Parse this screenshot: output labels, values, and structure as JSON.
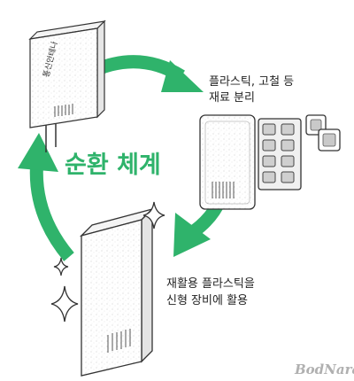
{
  "colors": {
    "accent": "#2fb36b",
    "stroke": "#333333",
    "device_fill": "#ffffff",
    "grey_block": "#c9c9c9"
  },
  "device_label": "통신안테나",
  "center_title": "순환 체계",
  "step1": {
    "line1": "플라스틱, 고철 등",
    "line2": "재료 분리"
  },
  "step2": {
    "line1": "재활용 플라스틱을",
    "line2": "신형 장비에 활용"
  },
  "logo": "BodNara",
  "icons": [
    "sparkle-icon",
    "circular-arrow-icon"
  ]
}
